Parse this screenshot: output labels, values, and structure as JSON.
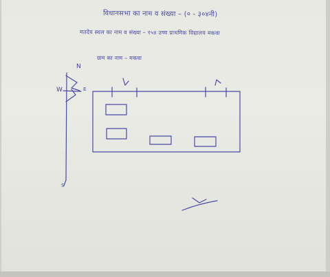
{
  "document": {
    "heading": "विधानसभा का नाम व संख्या – (० - ३०४नी)",
    "subheading": "मतदेय स्थल का नाम व संख्या – १५४ उच्च प्राथमिक विद्यालय मकवा",
    "village": "ग्राम का नाम – मकवा"
  },
  "compass": {
    "north": "N",
    "west": "W",
    "east": "E",
    "south": "S"
  },
  "colors": {
    "ink": "#4a49a8",
    "paper": "#ebebe6",
    "background": "#cfcfca"
  }
}
